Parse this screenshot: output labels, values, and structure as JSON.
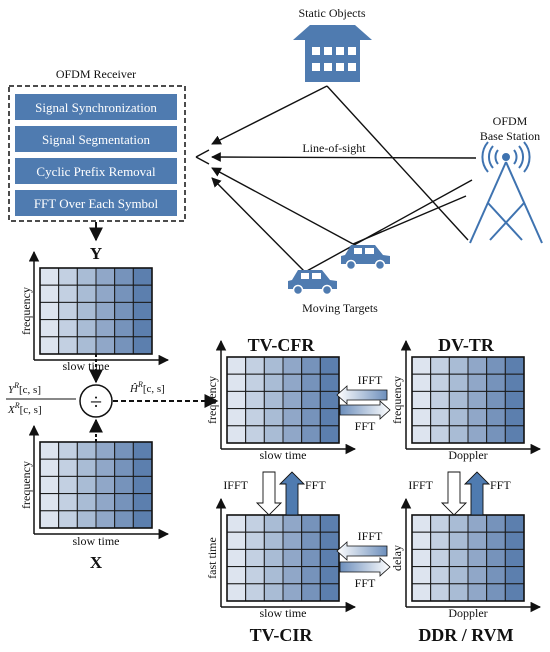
{
  "receiver": {
    "title": "OFDM Receiver",
    "steps": [
      "Signal Synchronization",
      "Signal Segmentation",
      "Cyclic Prefix Removal",
      "FFT Over Each Symbol"
    ]
  },
  "scene": {
    "static_objects": "Static Objects",
    "base_station_line1": "OFDM",
    "base_station_line2": "Base Station",
    "line_of_sight": "Line-of-sight",
    "moving_targets": "Moving Targets"
  },
  "grids": {
    "Y": {
      "title": "Y",
      "ylabel": "frequency",
      "xlabel": "slow time"
    },
    "X": {
      "title": "X",
      "ylabel": "frequency",
      "xlabel": "slow time"
    },
    "tvcfr": {
      "title": "TV-CFR",
      "ylabel": "frequency",
      "xlabel": "slow time"
    },
    "dvtr": {
      "title": "DV-TR",
      "ylabel": "frequency",
      "xlabel": "Doppler"
    },
    "tvcir": {
      "title": "TV-CIR",
      "ylabel": "fast time",
      "xlabel": "slow time"
    },
    "ddr": {
      "title": "DDR / RVM",
      "ylabel": "delay",
      "xlabel": "Doppler"
    }
  },
  "division": {
    "numerator": "Y",
    "numerator_sup": "R",
    "numerator_args": "[c, s]",
    "denominator": "X",
    "denominator_sup": "R",
    "denominator_args": "[c, s]",
    "operator": "÷",
    "result": "Ĥ",
    "result_sup": "R",
    "result_args": "[c, s]"
  },
  "transforms": {
    "ifft": "IFFT",
    "fft": "FFT"
  },
  "colors": {
    "block": "#4f7bb0",
    "grid_light": "#dde4ef",
    "grid_dark": "#5c7fae",
    "tower": "#3f73b0"
  }
}
